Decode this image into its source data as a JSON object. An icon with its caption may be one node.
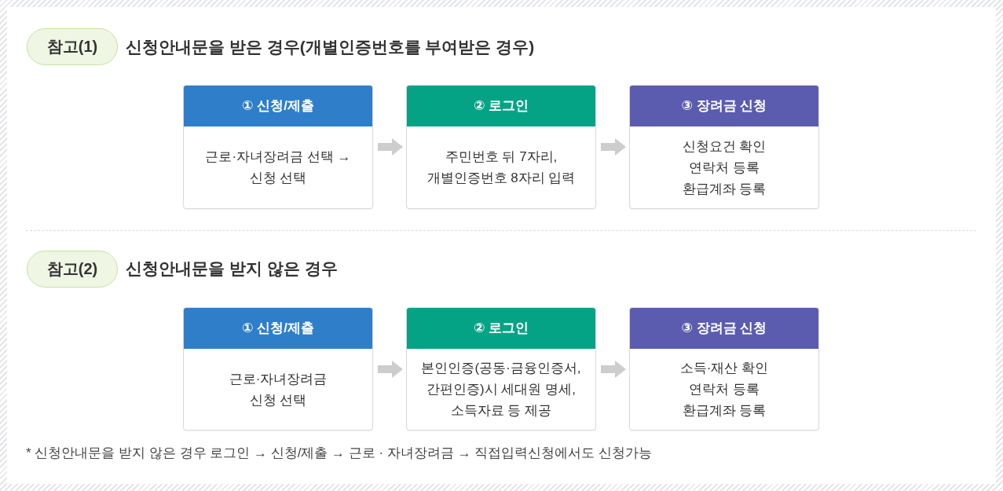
{
  "diagram": {
    "nodes": [
      {
        "text": [
          "참고(1)"
        ],
        "beside": [
          "신청안내문을 받은 경우(개별인증번호를 부여받은 경우)"
        ]
      },
      {
        "text": [
          "① 신청/제출",
          "근로·자녀장려금 선택 → 신청 선택"
        ]
      },
      {
        "text": [
          "② 로그인",
          "주민번호 뒤 7자리, 개별인증번호 8자리 입력"
        ]
      },
      {
        "text": [
          "③ 장려금 신청",
          "신청요건 확인",
          "연락처 등록",
          "환급계좌 등록"
        ]
      },
      {
        "text": [
          "참고(2)"
        ],
        "beside": [
          "신청안내문을 받지 않은 경우"
        ]
      },
      {
        "text": [
          "① 신청/제출",
          "근로·자녀장려금 신청 선택"
        ]
      },
      {
        "text": [
          "② 로그인",
          "본인인증(공동·금융인증서, 간편인증)시 세대원 명세, 소득자료 등 제공"
        ]
      },
      {
        "text": [
          "③ 장려금 신청",
          "소득·재산 확인",
          "연락처 등록",
          "환급계좌 등록"
        ]
      }
    ],
    "edges": [
      {
        "from": 1,
        "to": 2,
        "arrow": "to"
      },
      {
        "from": 2,
        "to": 3,
        "arrow": "to"
      },
      {
        "from": 5,
        "to": 6,
        "arrow": "to"
      },
      {
        "from": 6,
        "to": 7,
        "arrow": "to"
      }
    ],
    "labels": [
      "* 신청안내문을 받지 않은 경우 로그인 → 신청/제출 → 근로 · 자녀장려금 → 직접입력신청에서도 신청가능"
    ]
  }
}
